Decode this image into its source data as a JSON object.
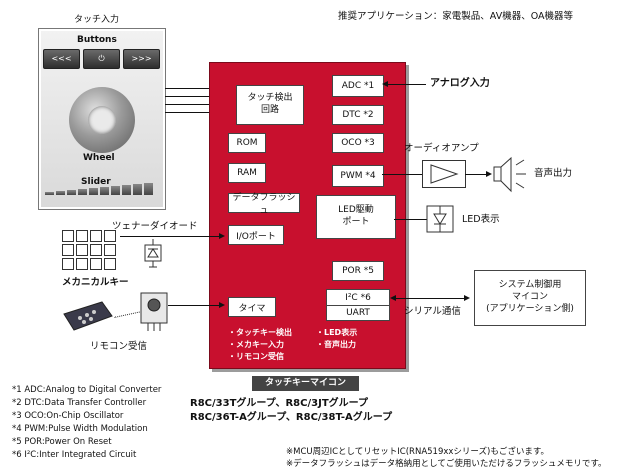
{
  "top_caption": "推奨アプリケーション：家電製品、AV機器、OA機器等",
  "touch_input": {
    "title": "タッチ入力",
    "buttons_label": "Buttons",
    "wheel_label": "Wheel",
    "slider_label": "Slider",
    "button_glyphs": [
      "<<<",
      "⏻",
      ">>>"
    ]
  },
  "mcu": {
    "touch_detect": "タッチ検出\n回路",
    "rom": "ROM",
    "ram": "RAM",
    "data_flash": "データフラッシュ",
    "io_port": "I/Oポート",
    "timer": "タイマ",
    "adc": "ADC *1",
    "dtc": "DTC *2",
    "oco": "OCO *3",
    "pwm": "PWM *4",
    "led_drive": "LED駆動\nポート",
    "por": "POR *5",
    "i2c": "I²C *6",
    "uart": "UART",
    "features_left": [
      "・タッチキー検出",
      "・メカキー入力",
      "・リモコン受信"
    ],
    "features_right": [
      "・LED表示",
      "・音声出力"
    ],
    "label": "タッチキーマイコン"
  },
  "labels": {
    "analog_input": "アナログ入力",
    "audio_amp": "オーディオアンプ",
    "audio_out": "音声出力",
    "led_display": "LED表示",
    "zener": "ツェナーダイオード",
    "mech_key": "メカニカルキー",
    "remote": "リモコン受信",
    "serial": "シリアル通信",
    "system_mcu": "システム制御用\nマイコン\n(アプリケーション側)"
  },
  "groups": [
    "R8C/33Tグループ、R8C/3JTグループ",
    "R8C/36T-Aグループ、R8C/38T-Aグループ"
  ],
  "footnotes": [
    "*1 ADC:Analog to Digital Converter",
    "*2 DTC:Data Transfer Controller",
    "*3 OCO:On-Chip Oscillator",
    "*4 PWM:Pulse Width Modulation",
    "*5 POR:Power On Reset",
    "*6 I²C:Inter Integrated Circuit"
  ],
  "notes": [
    "※MCU周辺ICとしてリセットIC(RNA519xxシリーズ)もございます。",
    "※データフラッシュはデータ格納用としてご使用いただけるフラッシュメモリです。"
  ],
  "colors": {
    "mcu_red": "#c8102e",
    "label_gray": "#444444"
  }
}
